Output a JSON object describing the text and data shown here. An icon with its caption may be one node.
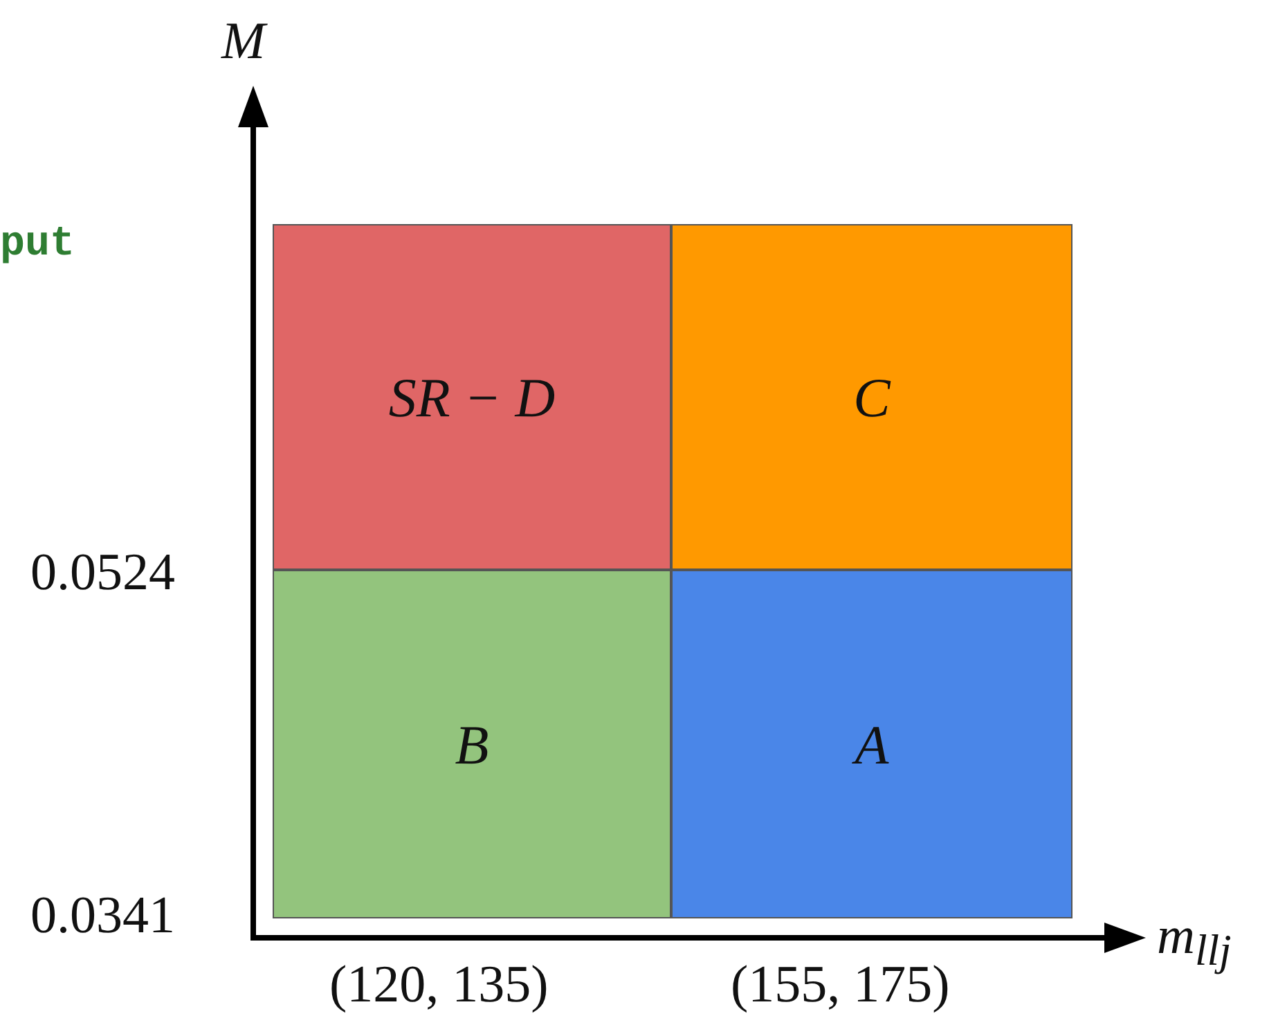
{
  "diagram": {
    "nodes": [
      {
        "text": [
          "SR − D"
        ]
      },
      {
        "text": [
          "C"
        ]
      },
      {
        "text": [
          "B"
        ]
      },
      {
        "text": [
          "A"
        ]
      }
    ],
    "labels": [
      "M",
      "put",
      "0.0524",
      "0.0341",
      "m$_{llj}$",
      "(120, 135)",
      "(155, 175)"
    ]
  }
}
